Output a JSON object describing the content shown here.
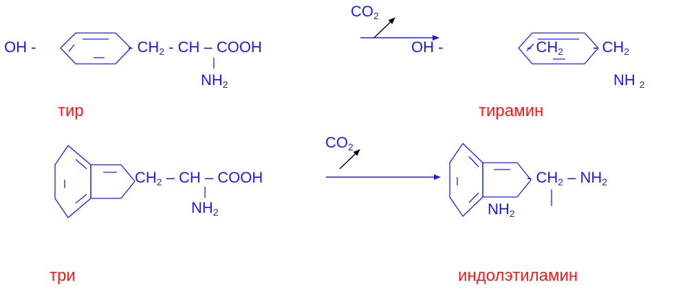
{
  "colors": {
    "structure": "#1a1aff",
    "label": "#ff1a1a",
    "co2_arrow": "#000000"
  },
  "reaction1": {
    "reactant": {
      "oh": "OH -",
      "ch2_prefix": "- CH",
      "ch2_sub": "2",
      "ch": " - CH",
      "bond": " – ",
      "cooh": "COOH",
      "nh": "NH",
      "nh_sub": "2",
      "name": "тир"
    },
    "co2": {
      "co": "CO",
      "sub": "2"
    },
    "product": {
      "oh": "OH -",
      "ring_ch2": "- CH",
      "ring_ch2_sub": "2",
      "ch2": "- CH",
      "ch2_sub": "2",
      "nh": "NH",
      "nh_sub": "2",
      "name": "тирамин"
    }
  },
  "reaction2": {
    "reactant": {
      "ch2": "CH",
      "ch2_sub": "2",
      "ch": " – CH",
      "bond": " – ",
      "cooh": "COOH",
      "nh": "NH",
      "nh_sub": "2",
      "name": "три"
    },
    "co2": {
      "co": "CO",
      "sub": "2"
    },
    "product": {
      "ch2": "- CH",
      "ch2_sub": "2",
      "nh2_right": " – NH",
      "nh2_right_sub": "2",
      "nh": "NH",
      "nh_sub": "2",
      "name": "индолэтиламин"
    }
  }
}
